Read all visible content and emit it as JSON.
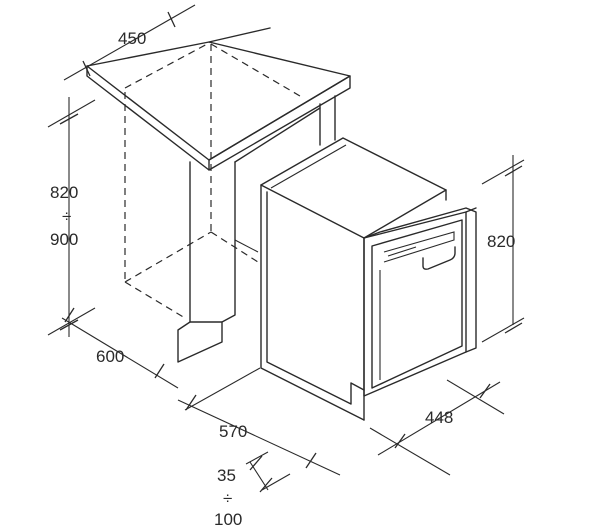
{
  "dimensions": {
    "counter_depth": "450",
    "cabinet_height_min": "820",
    "cabinet_height_sep": "÷",
    "cabinet_height_max": "900",
    "cabinet_depth": "600",
    "appliance_depth": "570",
    "plinth_min": "35",
    "plinth_sep": "÷",
    "plinth_max": "100",
    "appliance_height": "820",
    "appliance_width": "448"
  }
}
